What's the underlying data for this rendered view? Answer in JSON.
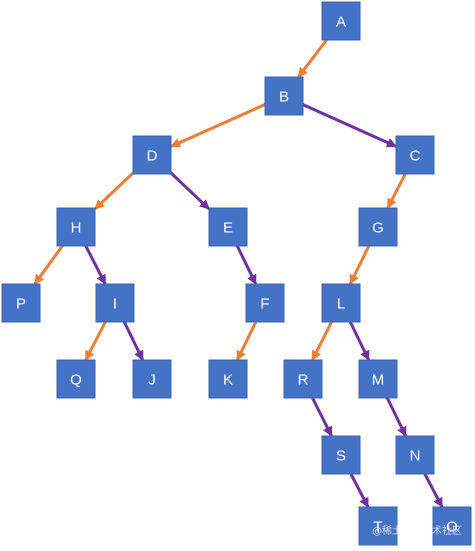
{
  "colors": {
    "node_fill": "#4472C4",
    "node_text": "#ffffff",
    "left_edge": "#ED7D31",
    "right_edge": "#7030A0"
  },
  "nodes": [
    {
      "id": "A",
      "label": "A"
    },
    {
      "id": "B",
      "label": "B"
    },
    {
      "id": "C",
      "label": "C"
    },
    {
      "id": "D",
      "label": "D"
    },
    {
      "id": "E",
      "label": "E"
    },
    {
      "id": "F",
      "label": "F"
    },
    {
      "id": "G",
      "label": "G"
    },
    {
      "id": "H",
      "label": "H"
    },
    {
      "id": "I",
      "label": "I"
    },
    {
      "id": "J",
      "label": "J"
    },
    {
      "id": "K",
      "label": "K"
    },
    {
      "id": "L",
      "label": "L"
    },
    {
      "id": "M",
      "label": "M"
    },
    {
      "id": "N",
      "label": "N"
    },
    {
      "id": "O",
      "label": "O"
    },
    {
      "id": "P",
      "label": "P"
    },
    {
      "id": "Q",
      "label": "Q"
    },
    {
      "id": "R",
      "label": "R"
    },
    {
      "id": "S",
      "label": "S"
    },
    {
      "id": "T",
      "label": "T"
    }
  ],
  "edges": [
    {
      "from": "A",
      "to": "B",
      "side": "left"
    },
    {
      "from": "B",
      "to": "D",
      "side": "left"
    },
    {
      "from": "B",
      "to": "C",
      "side": "right"
    },
    {
      "from": "D",
      "to": "H",
      "side": "left"
    },
    {
      "from": "D",
      "to": "E",
      "side": "right"
    },
    {
      "from": "C",
      "to": "G",
      "side": "left"
    },
    {
      "from": "H",
      "to": "P",
      "side": "left"
    },
    {
      "from": "H",
      "to": "I",
      "side": "right"
    },
    {
      "from": "E",
      "to": "F",
      "side": "right"
    },
    {
      "from": "G",
      "to": "L",
      "side": "left"
    },
    {
      "from": "I",
      "to": "Q",
      "side": "left"
    },
    {
      "from": "I",
      "to": "J",
      "side": "right"
    },
    {
      "from": "F",
      "to": "K",
      "side": "left"
    },
    {
      "from": "L",
      "to": "R",
      "side": "left"
    },
    {
      "from": "L",
      "to": "M",
      "side": "right"
    },
    {
      "from": "R",
      "to": "S",
      "side": "right"
    },
    {
      "from": "M",
      "to": "N",
      "side": "right"
    },
    {
      "from": "S",
      "to": "T",
      "side": "right"
    },
    {
      "from": "N",
      "to": "O",
      "side": "right"
    }
  ],
  "watermark": "@稀土掘金技术社区"
}
